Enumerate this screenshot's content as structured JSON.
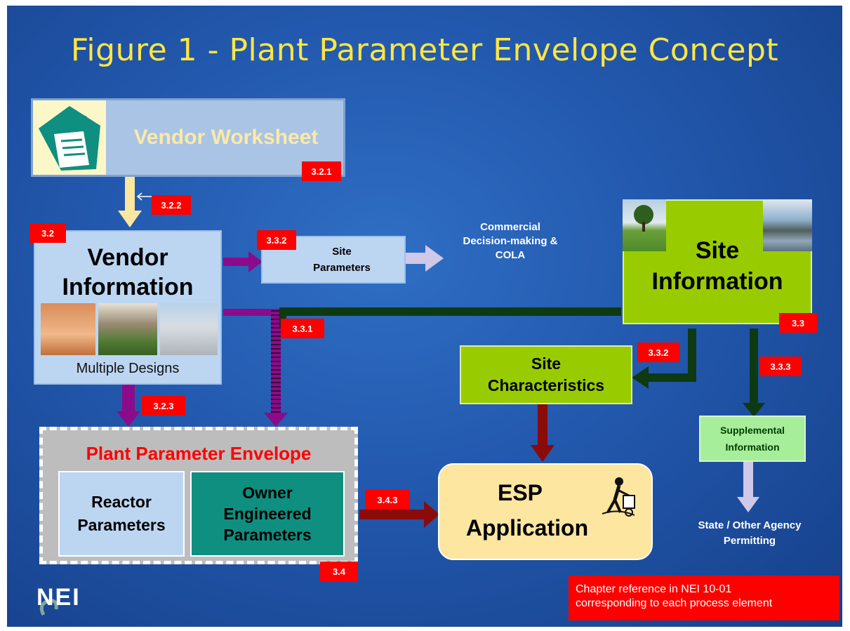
{
  "title": "Figure 1 - Plant Parameter Envelope Concept",
  "vendor_worksheet": {
    "label": "Vendor Worksheet",
    "ref": "3.2.1"
  },
  "ref_322": "3.2.2",
  "vendor_info": {
    "ref": "3.2",
    "line1": "Vendor",
    "line2": "Information",
    "caption": "Multiple Designs"
  },
  "site_params": {
    "ref": "3.3.2",
    "line1": "Site",
    "line2": "Parameters"
  },
  "commercial": {
    "line1": "Commercial",
    "line2": "Decision-making &",
    "line3": "COLA"
  },
  "site_info": {
    "line1": "Site",
    "line2": "Information",
    "ref": "3.3"
  },
  "ref_331": "3.3.1",
  "ref_3332": "3.3.2",
  "ref_333": "3.3.3",
  "site_char": {
    "line1": "Site",
    "line2": "Characteristics"
  },
  "ref_323": "3.2.3",
  "supplemental": {
    "line1": "Supplemental",
    "line2": "Information"
  },
  "ppe": {
    "title": "Plant Parameter Envelope",
    "ref": "3.4",
    "reactor": {
      "line1": "Reactor",
      "line2": "Parameters"
    },
    "owner": {
      "line1": "Owner",
      "line2": "Engineered",
      "line3": "Parameters"
    }
  },
  "ref_343": "3.4.3",
  "esp": {
    "line1": "ESP",
    "line2": "Application"
  },
  "state": {
    "line1": "State / Other Agency",
    "line2": "Permitting"
  },
  "legend": {
    "line1": "Chapter reference in NEI 10-01",
    "line2": "corresponding to each process element"
  },
  "logo_text": "NEI",
  "colors": {
    "title": "#ffe640",
    "ref": "#ff0000",
    "purple": "#8b0b8b",
    "darkgreen": "#0d3a12",
    "darkred": "#8b0a0a"
  }
}
